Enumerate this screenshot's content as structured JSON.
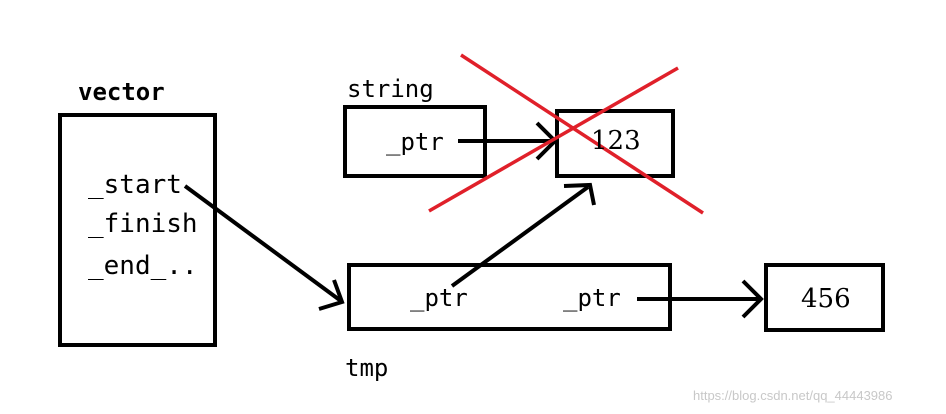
{
  "vector": {
    "title": "vector",
    "fields": [
      "_start",
      "_finish",
      "_end_.."
    ]
  },
  "string": {
    "title": "string",
    "ptr": "_ptr"
  },
  "tmp": {
    "title": "tmp",
    "ptr_left": "_ptr",
    "ptr_right": "_ptr"
  },
  "old_value": "123",
  "new_value": "456",
  "watermark": "https://blog.csdn.net/qq_44443986",
  "colors": {
    "ink": "#000000",
    "cross": "#e0202a",
    "watermark": "#c8c8c8"
  }
}
